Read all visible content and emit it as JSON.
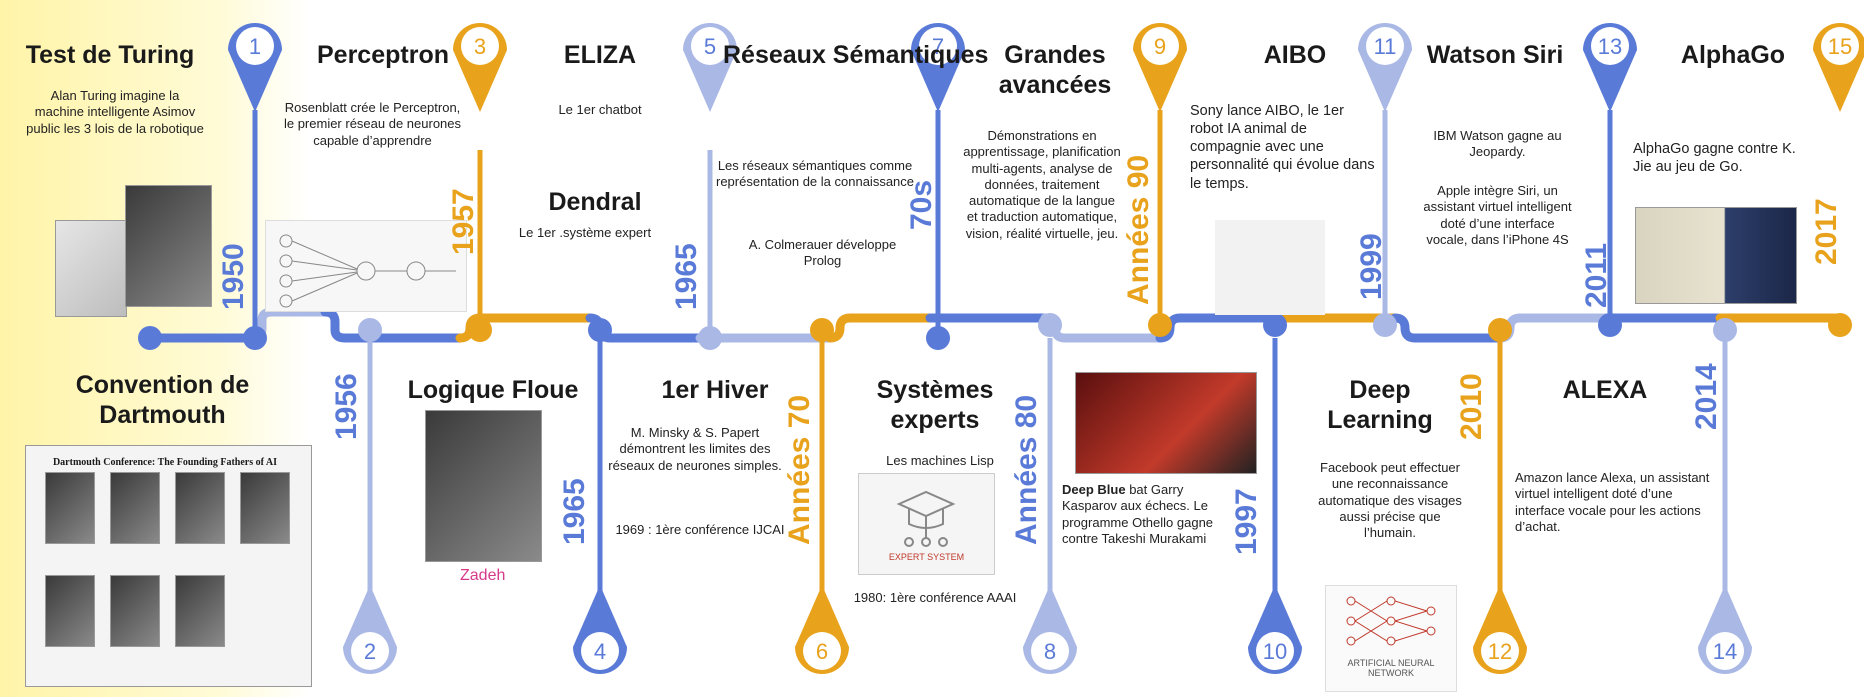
{
  "colors": {
    "blue": "#5a7ad8",
    "gold": "#e8a21b",
    "light_blue": "#aab8e6",
    "highlight": "#fff4a8",
    "pink": "#d63a8a"
  },
  "markers": [
    "1",
    "2",
    "3",
    "4",
    "5",
    "6",
    "7",
    "8",
    "9",
    "10",
    "11",
    "12",
    "13",
    "14",
    "15"
  ],
  "events": {
    "turing": {
      "title": "Test de Turing",
      "desc": "Alan Turing imagine la machine intelligente Asimov public les 3 lois de la robotique",
      "year": "1950"
    },
    "dartmouth": {
      "title": "Convention de Dartmouth",
      "year": "1956",
      "photo_title": "Dartmouth Conference: The Founding Fathers of AI"
    },
    "perceptron": {
      "title": "Perceptron",
      "desc": "Rosenblatt crée le Perceptron, le premier réseau de neurones capable d’apprendre",
      "year": "1957"
    },
    "logique": {
      "title": "Logique Floue",
      "caption": "Zadeh",
      "year": "1965"
    },
    "eliza": {
      "title": "ELIZA",
      "desc": "Le 1er chatbot"
    },
    "dendral": {
      "title": "Dendral",
      "desc": "Le 1er .système expert",
      "year": "1965"
    },
    "hiver": {
      "title": "1er Hiver",
      "desc1": "M. Minsky & S. Papert démontrent les limites des réseaux de neurones simples.",
      "desc2": "1969 : 1ère conférence IJCAI",
      "year": "Années 70"
    },
    "reseaux": {
      "title": "Réseaux Sémantiques",
      "desc1": "Les réseaux sémantiques comme représentation de la connaissance",
      "desc2": "A. Colmerauer développe Prolog",
      "year": "70s"
    },
    "systemes": {
      "title": "Systèmes experts",
      "desc1": "Les machines Lisp",
      "desc2": "1980: 1ère conférence AAAI",
      "year": "Années 80",
      "icon_label": "EXPERT SYSTEM"
    },
    "grandes": {
      "title": "Grandes avancées",
      "desc": "Démonstrations en apprentissage, planification multi-agents, analyse de données, traitement automatique de la langue et traduction automatique, vision, réalité virtuelle, jeu.",
      "year": "Années 90"
    },
    "deepblue": {
      "bold": "Deep Blue",
      "desc": " bat Garry Kasparov aux échecs. Le programme Othello gagne contre Takeshi Murakami",
      "year": "1997"
    },
    "aibo": {
      "title": "AIBO",
      "desc": "Sony lance AIBO, le 1er robot IA animal de compagnie avec une personnalité qui évolue dans le temps.",
      "year": "1999"
    },
    "deeplearning": {
      "title": "Deep Learning",
      "desc": "Facebook peut effectuer une reconnaissance automatique des visages aussi précise que l’humain.",
      "year": "2010",
      "icon_label": "ARTIFICIAL NEURAL NETWORK"
    },
    "watson": {
      "title": "Watson Siri",
      "desc1": "IBM Watson gagne au Jeopardy.",
      "desc2": "Apple intègre Siri, un assistant virtuel intelligent doté d’une interface vocale, dans l’iPhone 4S",
      "year": "2011"
    },
    "alexa": {
      "title": "ALEXA",
      "desc": "Amazon lance Alexa, un assistant virtuel intelligent doté d’une interface vocale pour les actions d’achat.",
      "year": "2014"
    },
    "alphago": {
      "title": "AlphaGo",
      "desc": "AlphaGo gagne contre K. Jie au jeu de Go.",
      "year": "2017"
    }
  }
}
